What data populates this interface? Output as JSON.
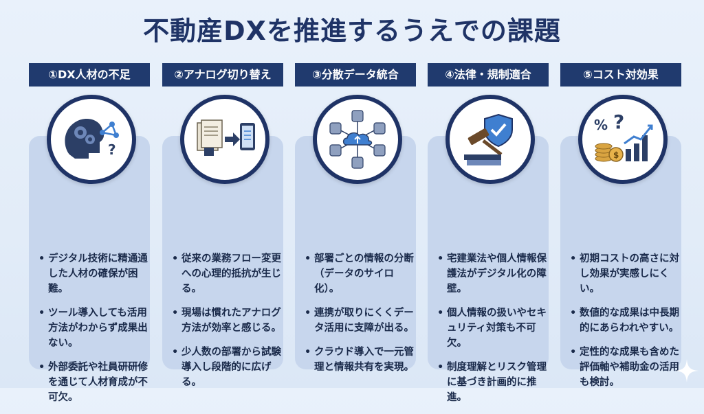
{
  "title": "不動産DXを推進するうえでの課題",
  "columns": [
    {
      "label": "①DX人材の不足",
      "icon": "brain-gears-network-icon",
      "bullets": [
        "デジタル技術に精通通した人材の確保が困難。",
        "ツール導入しても活用方法がわからず成果出ない。",
        "外部委託や社員研研修を通じて人材育成が不可欠。"
      ]
    },
    {
      "label": "②アナログ切り替え",
      "icon": "papers-to-tablet-icon",
      "bullets": [
        "従来の業務フロー変更への心理的抵抗が生じる。",
        "現場は慣れたアナログ方法が効率と感じる。",
        "少人数の部署から試験導入し段階的に広げる。"
      ]
    },
    {
      "label": "③分散データ統合",
      "icon": "cloud-databases-icon",
      "bullets": [
        "部署ごとの情報の分断（データのサイロ化）。",
        "連携が取りにくくデータ活用に支障が出る。",
        "クラウド導入で一元管理と情報共有を実現。"
      ]
    },
    {
      "label": "④法律・規制適合",
      "icon": "gavel-shield-icon",
      "bullets": [
        "宅建業法や個人情報保護法がデジタル化の障壁。",
        "個人情報の扱いやセキュリティ対策も不可欠。",
        "制度理解とリスク管理に基づき計画的に推進。"
      ]
    },
    {
      "label": "⑤コスト対効果",
      "icon": "coins-growth-chart-icon",
      "bullets": [
        "初期コストの高さに対し効果が実感しにくい。",
        "数値的な成果は中長期的にあらわれやすい。",
        "定性的な成果も含めた評価軸や補助金の活用も検討。"
      ]
    }
  ],
  "colors": {
    "navy": "#1f3366",
    "label_bg": "#203a6e",
    "card_bg": "#c7d6ed",
    "accent_blue": "#3f7fd0"
  }
}
